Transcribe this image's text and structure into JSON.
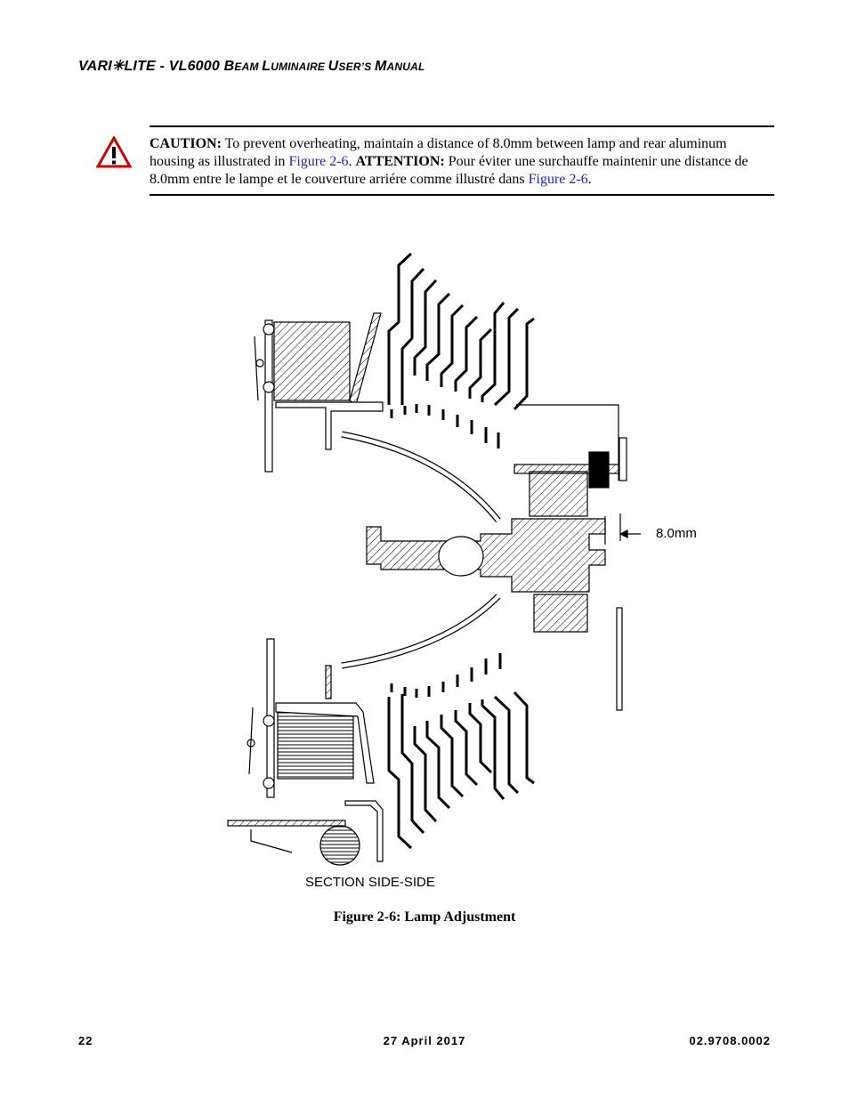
{
  "header": {
    "brand": "VARI",
    "brand_star": "✳",
    "brand_rest": "LITE",
    "sep": " - VL6000 ",
    "title_b": "B",
    "title_eam": "EAM ",
    "title_l": "L",
    "title_uminaire": "UMINAIRE ",
    "title_u": "U",
    "title_sers": "SER’S ",
    "title_m": "M",
    "title_anual": "ANUAL"
  },
  "caution": {
    "label": "CAUTION:",
    "text1": "  To prevent overheating, maintain a distance of 8.0mm between lamp and rear aluminum housing as illustrated in ",
    "link1": "Figure 2-6",
    "text2": ". ",
    "label2": "ATTENTION:",
    "text3": " Pour éviter une surchauffe maintenir une distance de 8.0mm entre le lampe et le couverture arriére comme illustré dans ",
    "link2": "Figure 2-6",
    "text4": "."
  },
  "figure": {
    "dimension_label": "8.0mm",
    "section_label": "SECTION SIDE-SIDE",
    "caption": "Figure 2-6:  Lamp Adjustment"
  },
  "footer": {
    "page": "22",
    "date": "27 April 2017",
    "doc": "02.9708.0002"
  }
}
